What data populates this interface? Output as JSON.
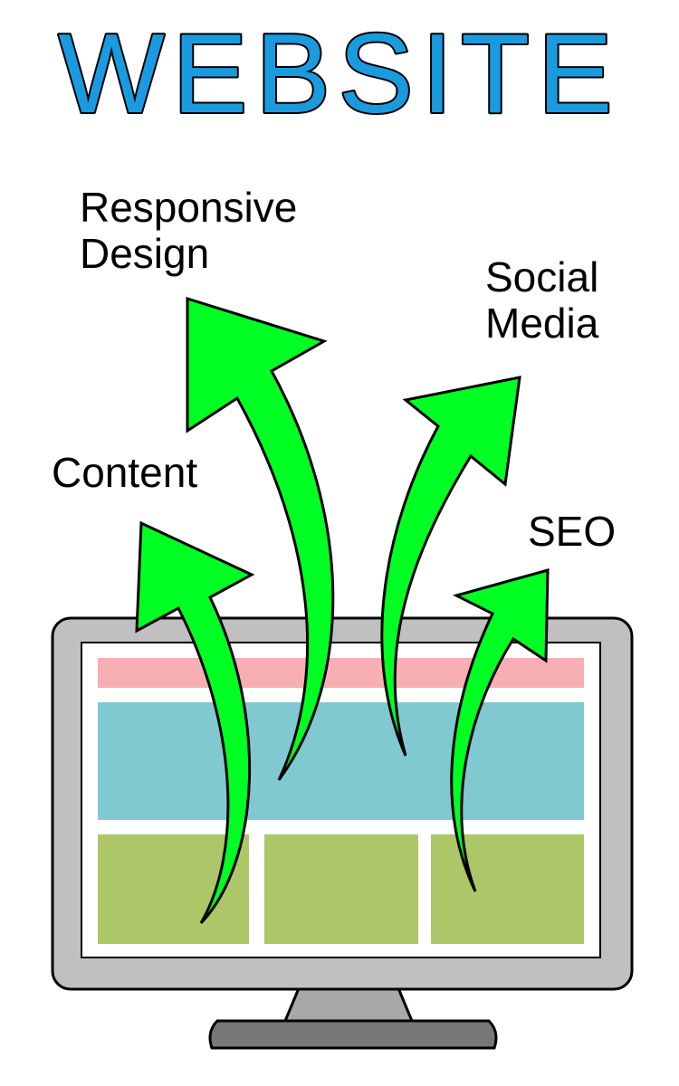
{
  "title": "WEBSITE",
  "labels": {
    "responsive_line1": "Responsive",
    "responsive_line2": "Design",
    "social_line1": "Social",
    "social_line2": "Media",
    "content": "Content",
    "seo": "SEO"
  },
  "colors": {
    "title": "#1a9be0",
    "arrow": "#00ff22",
    "monitor_frame": "#c0c0c0",
    "monitor_stand": "#a8a8a8",
    "monitor_base": "#777777",
    "screen": "#ffffff",
    "header_bar": "#f7afb3",
    "hero_block": "#80c9d0",
    "content_block": "#adc667"
  },
  "icons": {
    "monitor": "monitor-icon",
    "arrow": "curved-arrow-icon"
  }
}
